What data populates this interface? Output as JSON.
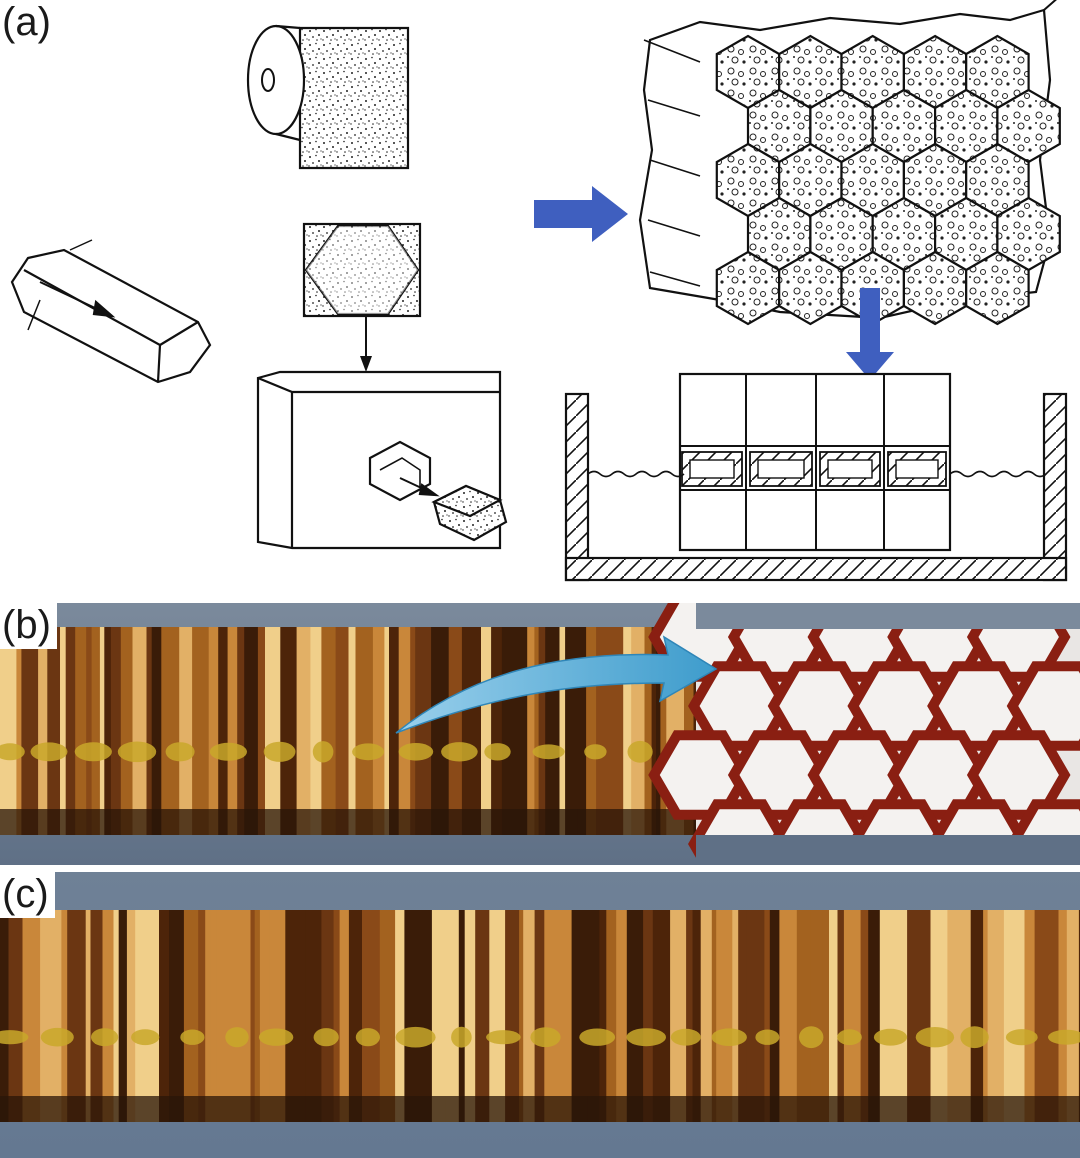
{
  "figure": {
    "panels": [
      {
        "id": "a",
        "label": "(a)"
      },
      {
        "id": "b",
        "label": "(b)"
      },
      {
        "id": "c",
        "label": "(c)"
      }
    ]
  },
  "colors": {
    "arrow_blue": "#3f5fbf",
    "arrow_cyan": "#6fb7dd",
    "background_grey_blue": "#6b7e93",
    "honeycomb_dark": "#3a1c08",
    "honeycomb_copper": "#b8752f",
    "foam_yellow": "#c9a82a",
    "cell_red": "#8a1f12"
  }
}
